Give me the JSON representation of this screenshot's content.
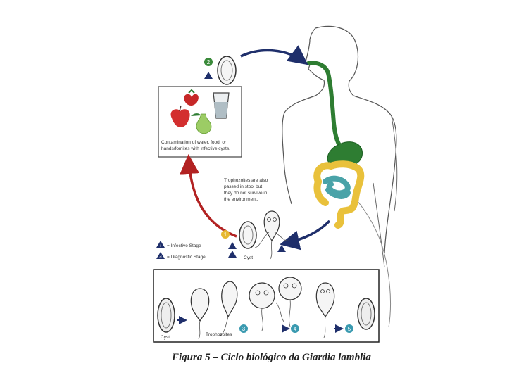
{
  "contamination_text": "Contamination of water, food, or hands/fomites with infective cysts.",
  "trophozoites_note": "Trophozoites are also passed in stool but they do not survive in the environment.",
  "legend": {
    "infective_symbol": "i",
    "infective_label": "= Infective Stage",
    "diagnostic_symbol": "d",
    "diagnostic_label": "= Diagnostic Stage"
  },
  "stage_numbers": [
    "1",
    "2",
    "3",
    "4",
    "5"
  ],
  "labels": {
    "cyst_small": "Cyst",
    "cyst_bottom": "Cyst",
    "trophozoites": "Trophozoites"
  },
  "caption": "Figura 5 – Ciclo biológico da Giardia lamblia",
  "colors": {
    "stage_green": "#3a8a3a",
    "stage_yellow": "#e6b830",
    "stage_blue": "#3a9ab0",
    "arrow_red": "#b22222",
    "arrow_navy": "#1f2f6b",
    "gut_green": "#2e7d32",
    "colon_yellow": "#e9c13b",
    "intestine_teal": "#4aa3a8"
  }
}
